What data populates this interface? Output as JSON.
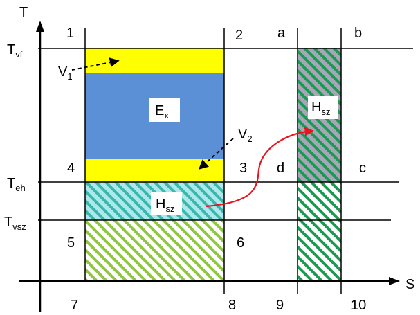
{
  "axes": {
    "y_label": "T",
    "x_label": "S"
  },
  "levels": {
    "t_vf": {
      "main": "T",
      "sub": "vf"
    },
    "t_eh": {
      "main": "T",
      "sub": "eh"
    },
    "t_vsz": {
      "main": "T",
      "sub": "vsz"
    }
  },
  "corners": {
    "c1": "1",
    "c2": "2",
    "c3": "3",
    "c4": "4",
    "c5": "5",
    "c6": "6",
    "ca": "a",
    "cb": "b",
    "cc": "c",
    "cd": "d"
  },
  "x_ticks": {
    "t7": "7",
    "t8": "8",
    "t9": "9",
    "t10": "10"
  },
  "regions": {
    "ex": {
      "main": "E",
      "sub": "x"
    },
    "hsz_lower": {
      "main": "H",
      "sub": "sz"
    },
    "hsz_right": {
      "main": "H",
      "sub": "sz"
    }
  },
  "flows": {
    "v1": {
      "main": "V",
      "sub": "1"
    },
    "v2": {
      "main": "V",
      "sub": "2"
    }
  },
  "colors": {
    "yellow": "#ffff00",
    "blue": "#5b8fd6",
    "cyan_hatch": "#38b8a8",
    "cyan_bg": "#aee8ee",
    "green_hatch": "#8ec63f",
    "dark_green": "#1a9a50",
    "gray_bg": "#a6a6b8",
    "red_arrow": "#e8141e"
  }
}
